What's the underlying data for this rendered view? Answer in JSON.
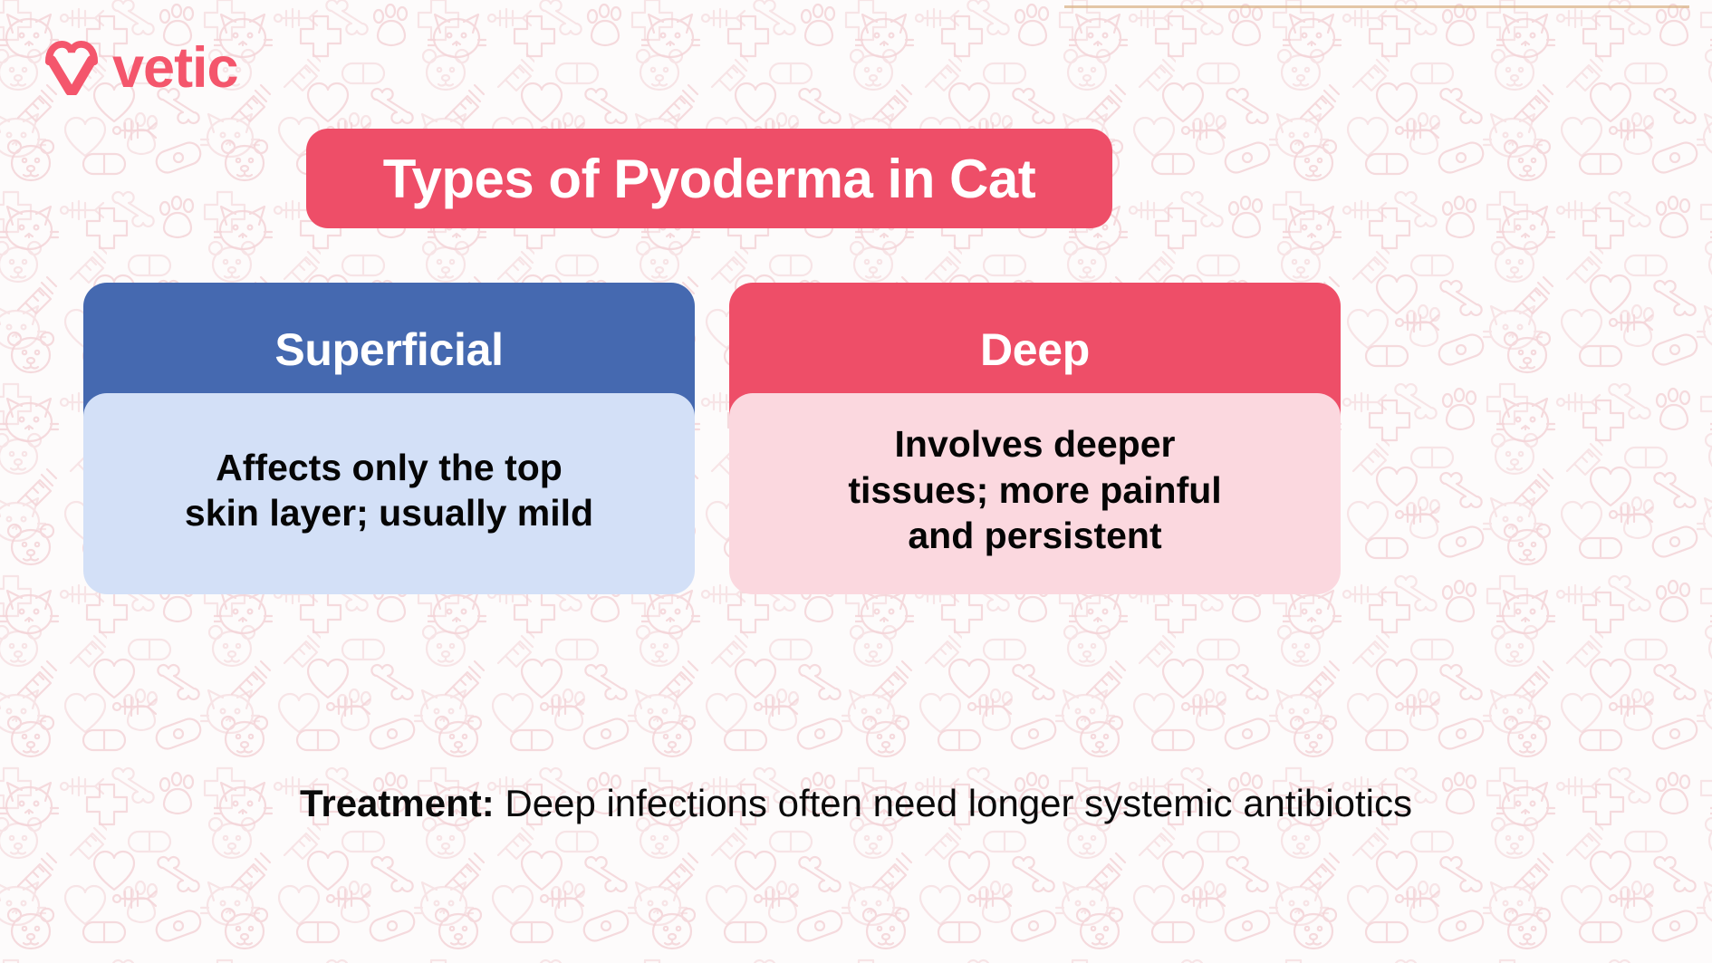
{
  "brand": {
    "name": "vetic",
    "logo_icon": "heart-v-icon",
    "color": "#f4566c"
  },
  "header": {
    "title": "Types of Pyoderma in Cat",
    "banner_color": "#ee4e68",
    "title_color": "#ffffff"
  },
  "cards": [
    {
      "id": "superficial",
      "heading": "Superficial",
      "description": "Affects only the top\nskin layer; usually mild",
      "head_color": "#4569b0",
      "body_color": "#d3e0f7",
      "heading_color": "#ffffff",
      "text_color": "#050505"
    },
    {
      "id": "deep",
      "heading": "Deep",
      "description": "Involves deeper\ntissues; more painful\nand persistent",
      "head_color": "#ee4e68",
      "body_color": "#fbd8df",
      "heading_color": "#ffffff",
      "text_color": "#050505"
    }
  ],
  "footer": {
    "treatment_label": "Treatment:",
    "treatment_text": " Deep infections often need longer systemic antibiotics"
  },
  "background": {
    "base_color": "#fdfbfb",
    "pattern_color": "#f6dde0",
    "pattern_motifs": [
      "cat-face-icon",
      "paw-icon",
      "medical-cross-icon",
      "syringe-icon",
      "heart-icon",
      "bone-icon",
      "dog-face-icon",
      "pill-icon",
      "bandage-icon",
      "fish-bone-icon"
    ],
    "top_rule_color": "#d9b48a"
  }
}
